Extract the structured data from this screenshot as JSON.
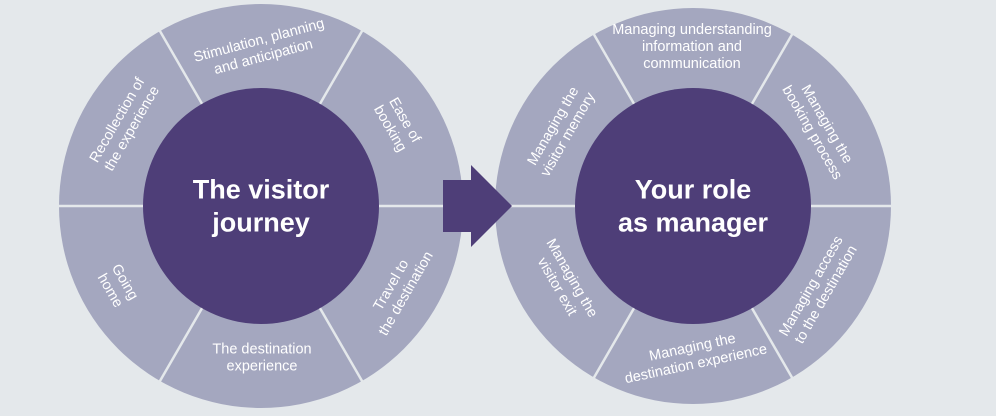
{
  "colors": {
    "background": "#e4e8eb",
    "ring": "#a4a7bf",
    "center": "#4e3e78",
    "divider": "#e4e8eb",
    "arrow": "#4e3e78",
    "text": "#ffffff"
  },
  "arrow": {
    "icon": "right-arrow-icon"
  },
  "wheels": [
    {
      "name": "visitor-journey",
      "center_lines": [
        "The visitor",
        "journey"
      ],
      "segments": [
        {
          "lines": [
            "Stimulation, planning",
            "and anticipation"
          ]
        },
        {
          "lines": [
            "Ease of",
            "booking"
          ]
        },
        {
          "lines": [
            "Travel to",
            "the destination"
          ]
        },
        {
          "lines": [
            "The destination",
            "experience"
          ]
        },
        {
          "lines": [
            "Going",
            "home"
          ]
        },
        {
          "lines": [
            "Recollection of",
            "the experience"
          ]
        }
      ]
    },
    {
      "name": "manager-role",
      "center_lines": [
        "Your role",
        "as manager"
      ],
      "segments": [
        {
          "lines": [
            "Managing understanding",
            "information and",
            "communication"
          ]
        },
        {
          "lines": [
            "Managing the",
            "booking process"
          ]
        },
        {
          "lines": [
            "Managing access",
            "to the destination"
          ]
        },
        {
          "lines": [
            "Managing the",
            "destination experience"
          ]
        },
        {
          "lines": [
            "Managing the",
            "visitor exit"
          ]
        },
        {
          "lines": [
            "Managing the",
            "visitor memory"
          ]
        }
      ]
    }
  ]
}
